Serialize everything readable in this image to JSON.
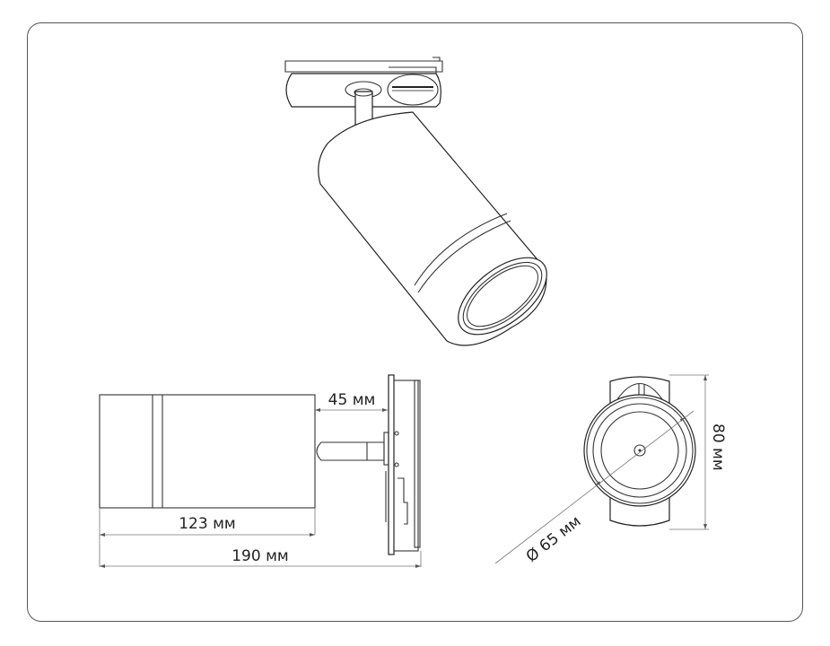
{
  "drawing": {
    "title": "Track spotlight dimensional drawing",
    "views": [
      "isometric",
      "side",
      "front"
    ],
    "line_color": "#333333",
    "frame_color": "#555555",
    "background": "#ffffff"
  },
  "dimensions": {
    "stem_length": "45 мм",
    "body_length": "123 мм",
    "total_length": "190 мм",
    "diameter": "Ø 65 мм",
    "height": "80 мм"
  }
}
